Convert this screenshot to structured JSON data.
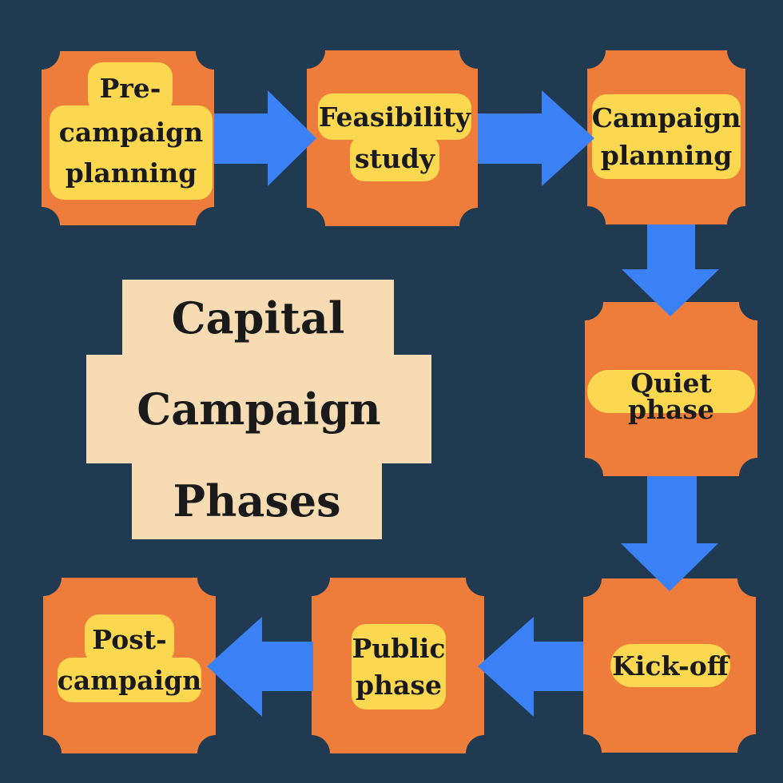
{
  "title": {
    "text": "Capital Campaign Phases",
    "lines": [
      "Capital",
      "Campaign",
      "Phases"
    ]
  },
  "nodes": [
    {
      "name": "pre-campaign-planning",
      "label": "Pre-campaign planning",
      "lines": [
        "Pre-",
        "campaign",
        "planning"
      ]
    },
    {
      "name": "feasibility-study",
      "label": "Feasibility study",
      "lines": [
        "Feasibility",
        "study"
      ]
    },
    {
      "name": "campaign-planning",
      "label": "Campaign planning",
      "lines": [
        "Campaign",
        "planning"
      ]
    },
    {
      "name": "quiet-phase",
      "label": "Quiet phase",
      "lines": [
        "Quiet phase"
      ]
    },
    {
      "name": "kick-off",
      "label": "Kick-off",
      "lines": [
        "Kick-off"
      ]
    },
    {
      "name": "public-phase",
      "label": "Public phase",
      "lines": [
        "Public",
        "phase"
      ]
    },
    {
      "name": "post-campaign",
      "label": "Post-campaign",
      "lines": [
        "Post-",
        "campaign"
      ]
    }
  ],
  "flow": {
    "order": [
      "Pre-campaign planning",
      "Feasibility study",
      "Campaign planning",
      "Quiet phase",
      "Kick-off",
      "Public phase",
      "Post-campaign"
    ],
    "arrows": [
      {
        "from": "Pre-campaign planning",
        "to": "Feasibility study",
        "direction": "right"
      },
      {
        "from": "Feasibility study",
        "to": "Campaign planning",
        "direction": "right"
      },
      {
        "from": "Campaign planning",
        "to": "Quiet phase",
        "direction": "down"
      },
      {
        "from": "Quiet phase",
        "to": "Kick-off",
        "direction": "down"
      },
      {
        "from": "Kick-off",
        "to": "Public phase",
        "direction": "left"
      },
      {
        "from": "Public phase",
        "to": "Post-campaign",
        "direction": "left"
      }
    ]
  },
  "colors": {
    "background": "#203A52",
    "node_fill": "#EE7C3B",
    "label_fill": "#FBD84F",
    "arrow": "#3C80F5",
    "title_fill": "#F7DCB3",
    "text": "#1A1A1A"
  }
}
